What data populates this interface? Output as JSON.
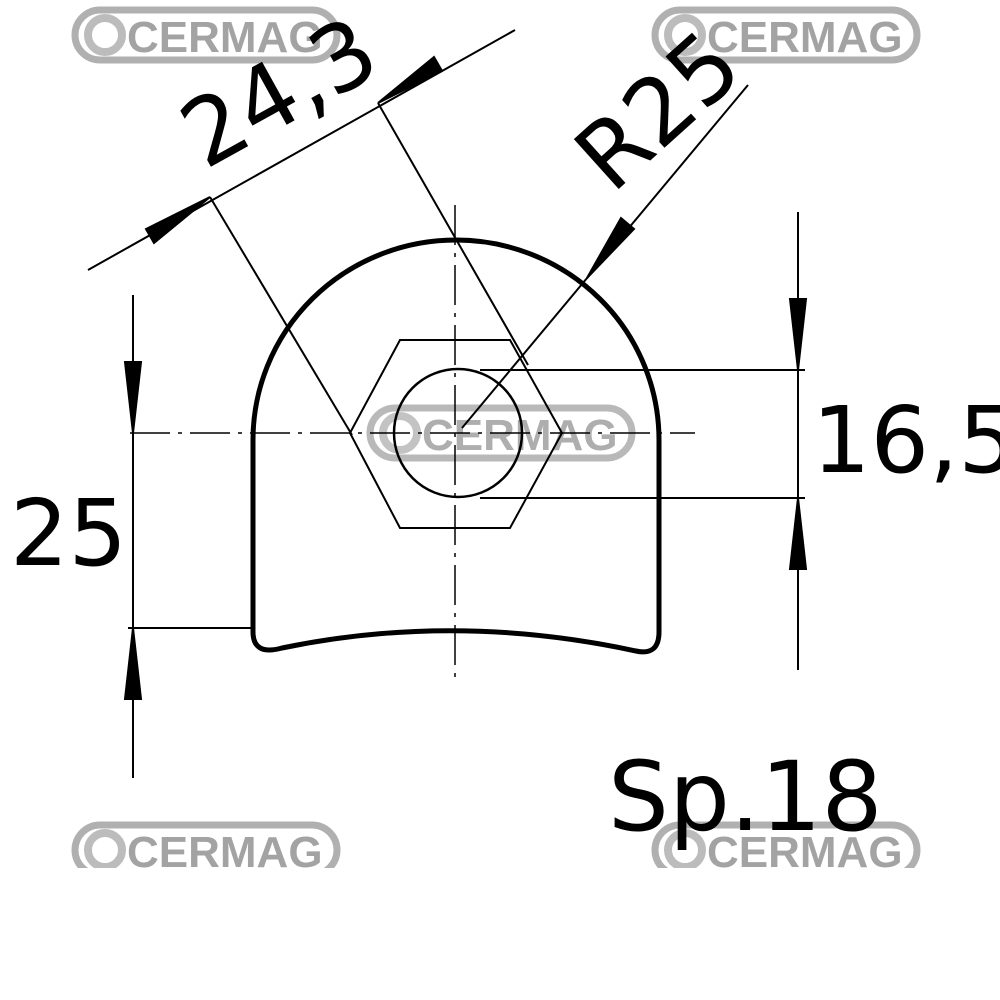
{
  "watermark": {
    "brand": "CERMAG",
    "color": "#9a9a9a"
  },
  "dimensions": {
    "width_flats": "24,3",
    "radius": "R25",
    "height_to_center": "25",
    "bore": "16,5",
    "thickness": "Sp.18"
  },
  "colors": {
    "line": "#000000",
    "background": "#ffffff"
  }
}
